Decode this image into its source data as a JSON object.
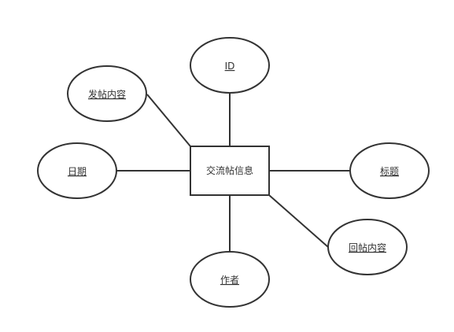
{
  "diagram": {
    "type": "er-diagram",
    "entity": {
      "id": "post",
      "label": "交流帖信息"
    },
    "attributes": [
      {
        "id": "id",
        "label": "ID",
        "primary_key": true
      },
      {
        "id": "content",
        "label": "发帖内容",
        "primary_key": true
      },
      {
        "id": "date",
        "label": "日期",
        "primary_key": true
      },
      {
        "id": "title",
        "label": "标题",
        "primary_key": true
      },
      {
        "id": "reply",
        "label": "回帖内容",
        "primary_key": true
      },
      {
        "id": "author",
        "label": "作者",
        "primary_key": true
      }
    ],
    "edges": [
      {
        "from": "post",
        "to": "id"
      },
      {
        "from": "post",
        "to": "content"
      },
      {
        "from": "post",
        "to": "date"
      },
      {
        "from": "post",
        "to": "title"
      },
      {
        "from": "post",
        "to": "reply"
      },
      {
        "from": "post",
        "to": "author"
      }
    ],
    "colors": {
      "stroke": "#333333",
      "fill": "#ffffff",
      "text": "#333333"
    }
  }
}
